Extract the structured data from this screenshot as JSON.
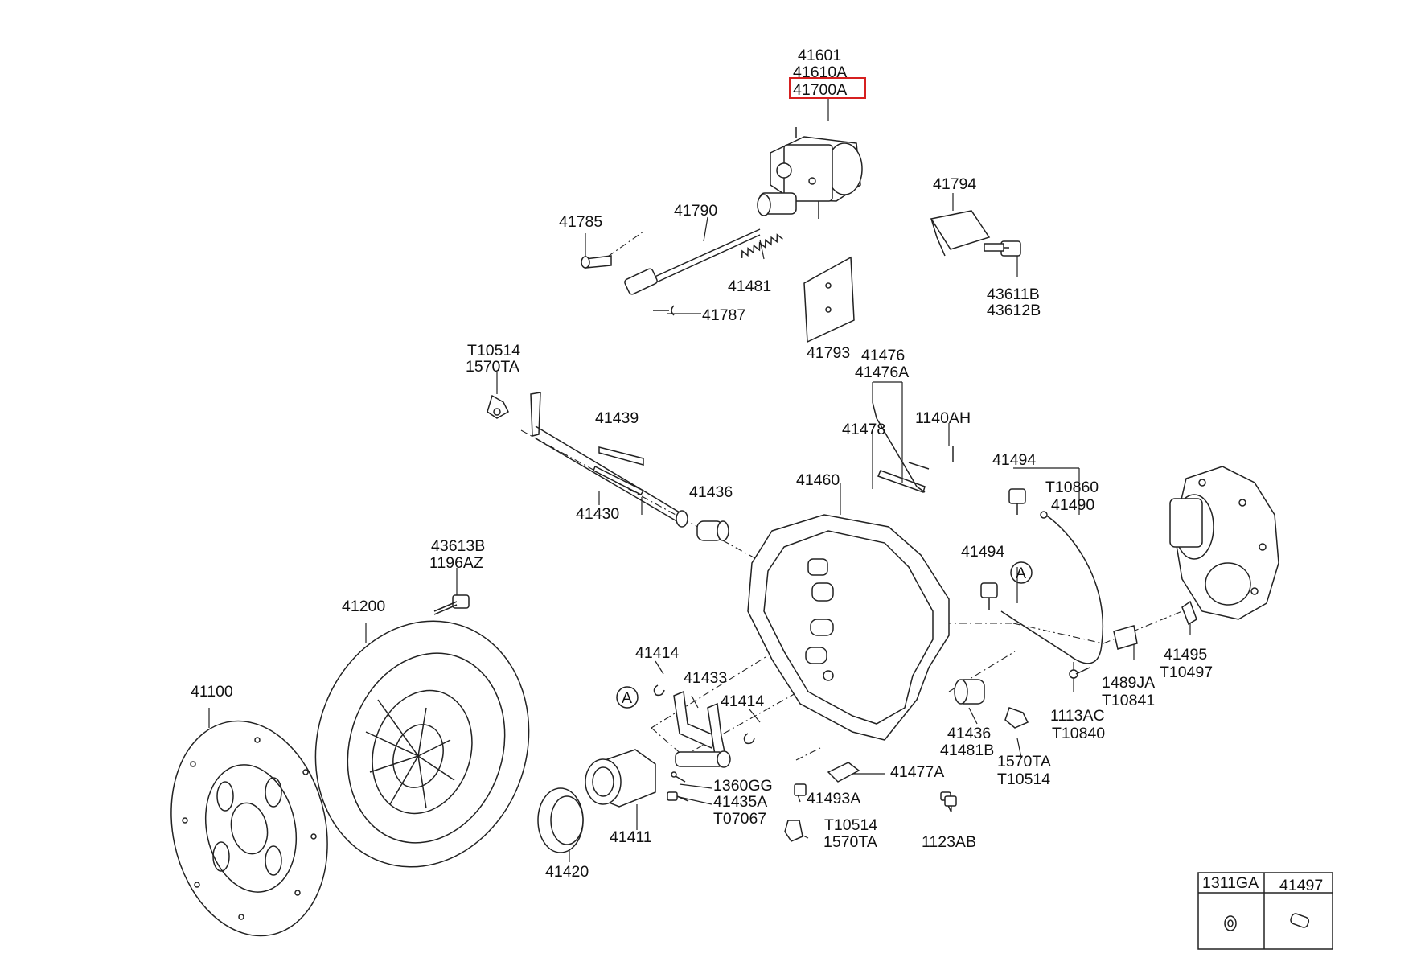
{
  "highlight_color": "#d62020",
  "labels": {
    "l41601": "41601",
    "l41610A": "41610A",
    "l41700A": "41700A",
    "l41794": "41794",
    "l41785": "41785",
    "l41790": "41790",
    "l41481": "41481",
    "l43611B": "43611B",
    "l43612B": "43612B",
    "l41787": "41787",
    "l41793": "41793",
    "l41476": "41476",
    "l41476A": "41476A",
    "lT10514a": "T10514",
    "l1570TAa": "1570TA",
    "l41439": "41439",
    "l41478": "41478",
    "l1140AH": "1140AH",
    "l41494a": "41494",
    "lT10860": "T10860",
    "l41490": "41490",
    "l41460": "41460",
    "l41436a": "41436",
    "l41430": "41430",
    "l43613B": "43613B",
    "l1196AZ": "1196AZ",
    "l41494b": "41494",
    "calloutA1": "A",
    "l41200": "41200",
    "l41414a": "41414",
    "l41433": "41433",
    "l41495": "41495",
    "lT10497": "T10497",
    "l1489JA": "1489JA",
    "lT10841": "T10841",
    "l41100": "41100",
    "calloutA2": "A",
    "l41414b": "41414",
    "l1113AC": "1113AC",
    "lT10840": "T10840",
    "l41436b": "41436",
    "l41481B": "41481B",
    "l1570TAb": "1570TA",
    "lT10514b": "T10514",
    "l41477A": "41477A",
    "l1360GG": "1360GG",
    "l41493A": "41493A",
    "l41435A": "41435A",
    "lT07067": "T07067",
    "lT10514c": "T10514",
    "l1570TAc": "1570TA",
    "l1123AB": "1123AB",
    "l41411": "41411",
    "l41420": "41420"
  },
  "legend": {
    "col1": "1311GA",
    "col2": "41497"
  }
}
